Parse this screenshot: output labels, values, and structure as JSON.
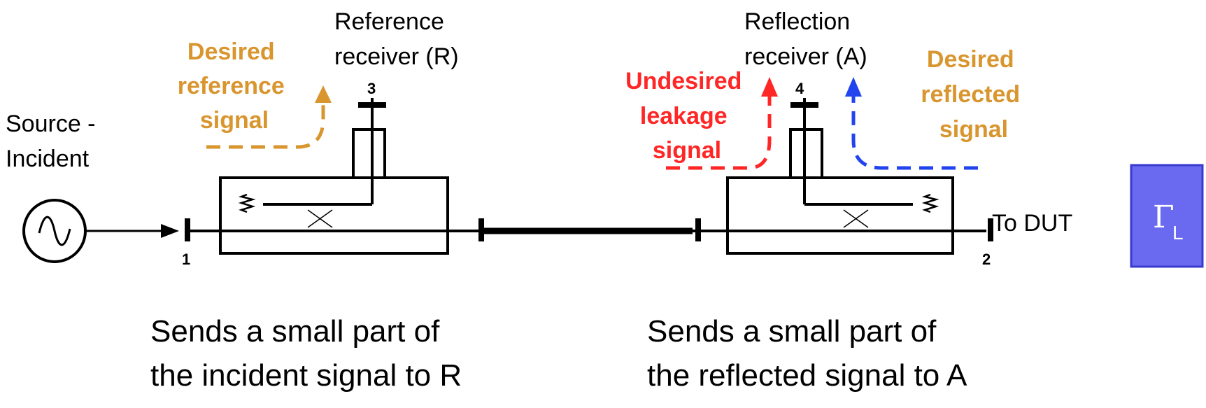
{
  "labels": {
    "source": [
      "Source -",
      "Incident"
    ],
    "ref_receiver": [
      "Reference",
      "receiver (R)"
    ],
    "refl_receiver": [
      "Reflection",
      "receiver (A)"
    ],
    "desired_reference": [
      "Desired",
      "reference",
      "signal"
    ],
    "undesired_leakage": [
      "Undesired",
      "leakage",
      "signal"
    ],
    "desired_reflected": [
      "Desired",
      "reflected",
      "signal"
    ],
    "to_dut": "To DUT",
    "gamma_symbol": "Γ",
    "gamma_subscript": "L",
    "caption_left": [
      "Sends a small part of",
      "the incident signal to R"
    ],
    "caption_right": [
      "Sends a small part of",
      "the reflected signal to A"
    ]
  },
  "ports": [
    "1",
    "2",
    "3",
    "4"
  ],
  "colors": {
    "orange": "#d9952e",
    "red": "#ff2626",
    "blue": "#2244ee",
    "load_fill": "#6a6af0",
    "load_stroke": "#3a3ad0"
  }
}
